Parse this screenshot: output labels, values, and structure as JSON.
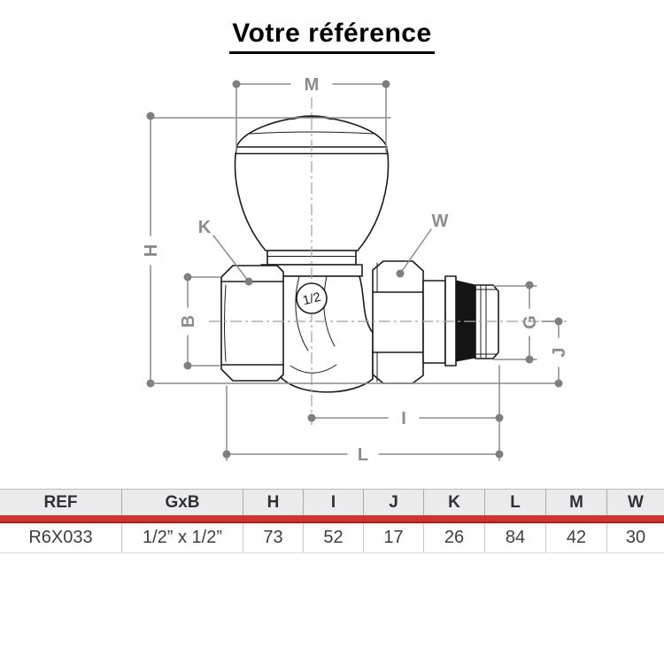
{
  "title": "Votre référence",
  "diagram": {
    "size_marking": "1/2",
    "dim_labels": {
      "M": "M",
      "H": "H",
      "B": "B",
      "K": "K",
      "W": "W",
      "G": "G",
      "J": "J",
      "I": "I",
      "L": "L"
    },
    "colors": {
      "outline": "#1b1b1b",
      "dimension": "#8a8c8f",
      "centerline": "#a0a0a0",
      "seal": "#141414"
    }
  },
  "table": {
    "headers": [
      "REF",
      "GxB",
      "H",
      "I",
      "J",
      "K",
      "L",
      "M",
      "W"
    ],
    "row": [
      "R6X033",
      "1/2” x 1/2”",
      "73",
      "52",
      "17",
      "26",
      "84",
      "42",
      "30"
    ],
    "accent_red": "#cf3530",
    "header_bg": "#ebebeb"
  }
}
